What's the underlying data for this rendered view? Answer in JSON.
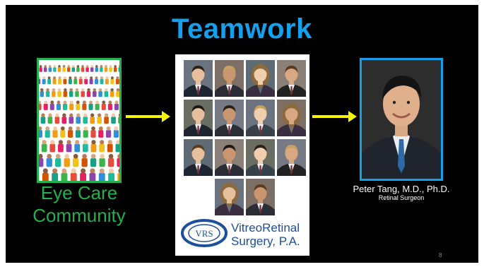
{
  "slide": {
    "title": "Teamwork",
    "community_caption_line1": "Eye Care",
    "community_caption_line2": "Community",
    "practice_name_line1": "VitreoRetinal",
    "practice_name_line2": "Surgery, P.A.",
    "logo_text": "VRS",
    "surgeon_name": "Peter Tang, M.D., Ph.D.",
    "surgeon_role": "Retinal Surgeon",
    "page_number": "8"
  },
  "colors": {
    "background": "#000000",
    "title": "#14a0ea",
    "community": "#22b14c",
    "arrow": "#f7f700",
    "practice": "#1d4f9c",
    "surgeon_frame": "#14a0ea"
  },
  "icons": [
    "crowd-illustration",
    "headshot-photo",
    "right-arrow",
    "vrs-eye-logo"
  ]
}
